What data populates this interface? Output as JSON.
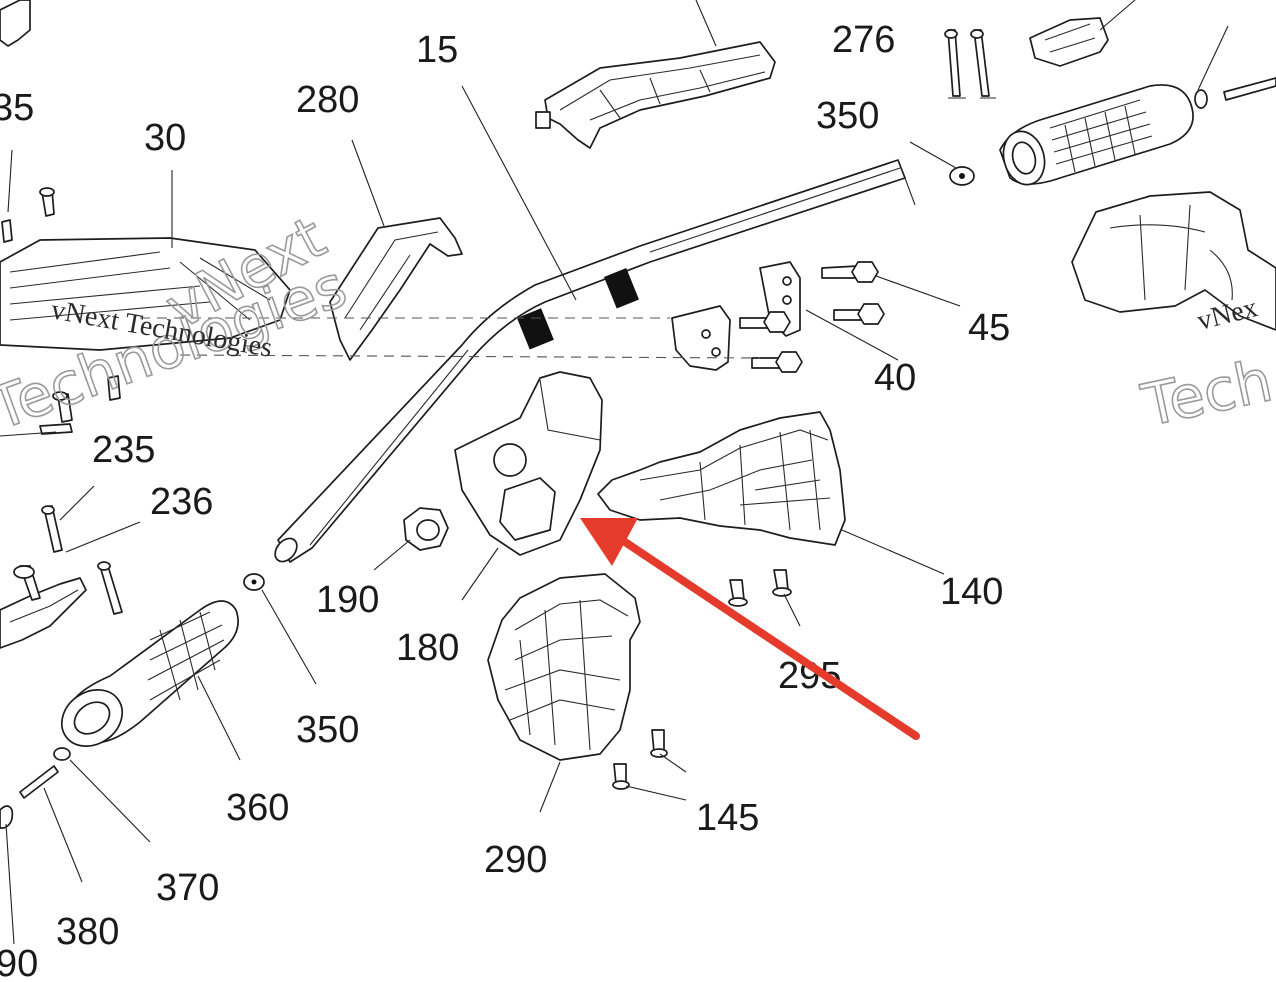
{
  "diagram": {
    "callouts": {
      "c15": "15",
      "c30": "30",
      "c40": "40",
      "c45": "45",
      "c140": "140",
      "c145": "145",
      "c180": "180",
      "c190": "190",
      "c235": "235",
      "c236": "236",
      "c276": "276",
      "c280": "280",
      "c290": "290",
      "c295": "295",
      "c350a": "350",
      "c350b": "350",
      "c360": "360",
      "c370": "370",
      "c380": "380",
      "c35": "35",
      "c90": "90"
    },
    "watermark": {
      "line1": "vNext",
      "line2": "Technologies",
      "line3": "Tech",
      "serif": "vNext Technologies",
      "serif_right": "vNex"
    },
    "arrow_color": "#e53b2c"
  }
}
